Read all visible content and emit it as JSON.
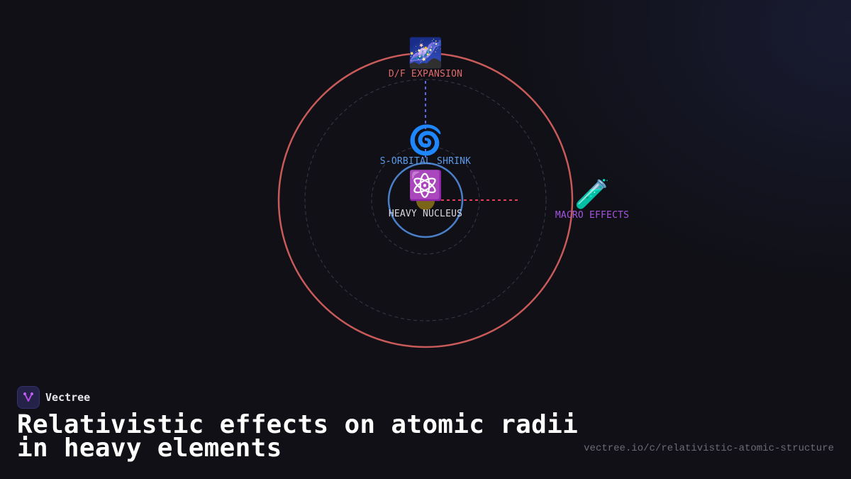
{
  "brand": {
    "name": "Vectree",
    "logo_icon": "vectree-branch-icon"
  },
  "title": "Relativistic effects on atomic radii\nin heavy elements",
  "url": "vectree.io/c/relativistic-atomic-structure",
  "colors": {
    "background": "#101016",
    "outer_ring": "#c85a5a",
    "inner_ring": "#4a7fc8",
    "dashed_rings": "#3a4050",
    "vertical_link": "#5a6ae0",
    "horizontal_link": "#e0405a",
    "df_label": "#e06a6a",
    "s_label": "#5a9ae8",
    "nucleus_label": "#d8d8de",
    "macro_label": "#a455e0"
  },
  "diagram": {
    "nodes": [
      {
        "id": "df-expansion",
        "label": "D/F EXPANSION",
        "icon": "milky-way-icon",
        "glyph": "🌌"
      },
      {
        "id": "s-orbital-shrink",
        "label": "S-ORBITAL SHRINK",
        "icon": "cyclone-icon",
        "glyph": "🌀"
      },
      {
        "id": "heavy-nucleus",
        "label": "HEAVY NUCLEUS",
        "icon": "atom-symbol-icon",
        "glyph": "⚛️"
      },
      {
        "id": "macro-effects",
        "label": "MACRO EFFECTS",
        "icon": "test-tube-icon",
        "glyph": "🧪"
      }
    ]
  }
}
